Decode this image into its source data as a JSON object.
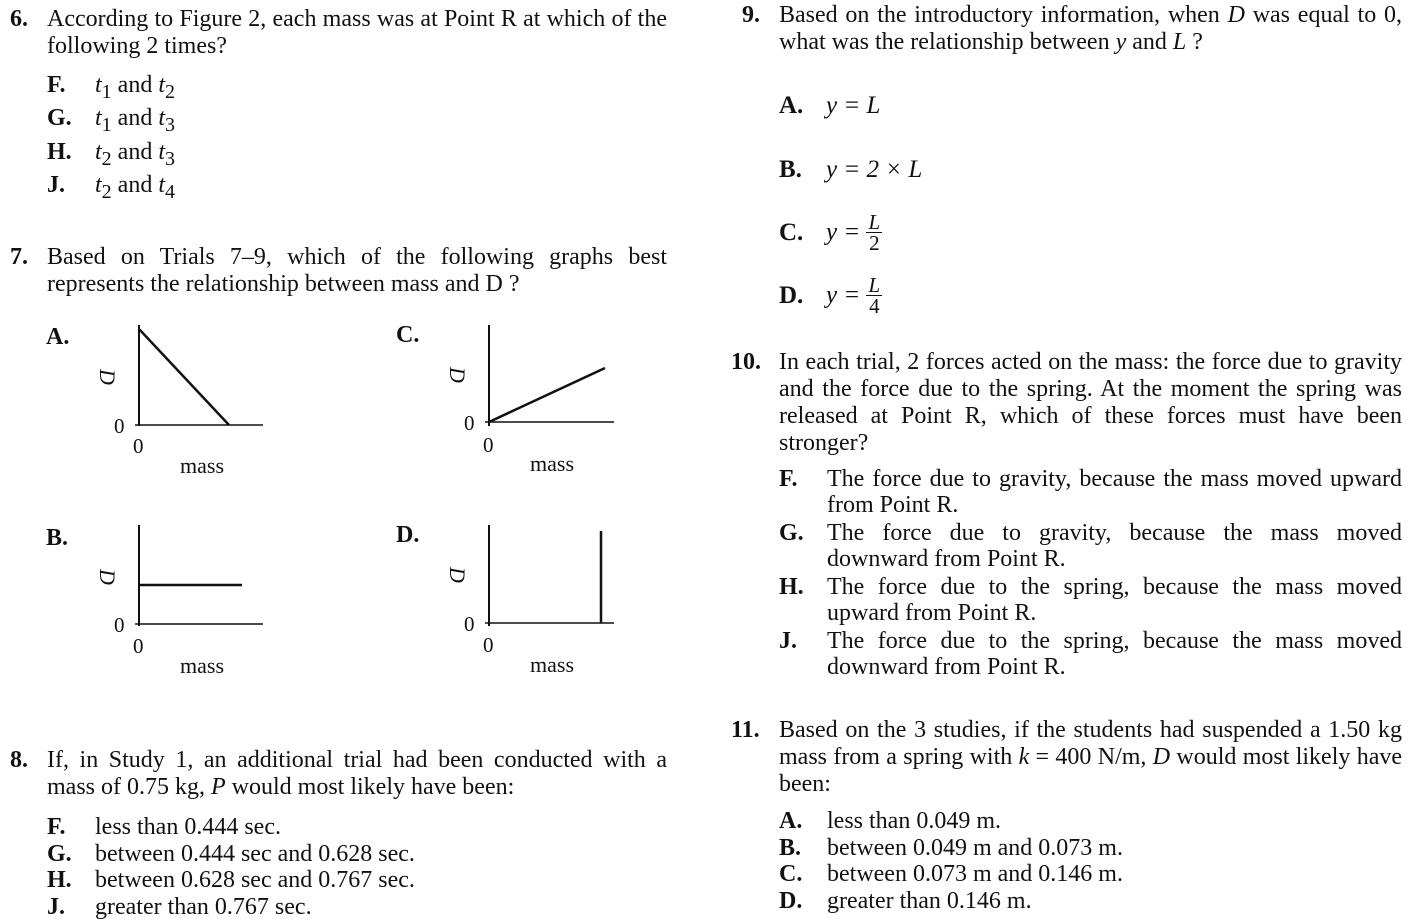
{
  "q6": {
    "num": "6.",
    "stem": "According to Figure 2, each mass was at Point R at which of the following 2 times?",
    "options": [
      {
        "letter": "F.",
        "a": "t",
        "as": "1",
        "mid": " and ",
        "b": "t",
        "bs": "2"
      },
      {
        "letter": "G.",
        "a": "t",
        "as": "1",
        "mid": " and ",
        "b": "t",
        "bs": "3"
      },
      {
        "letter": "H.",
        "a": "t",
        "as": "2",
        "mid": " and ",
        "b": "t",
        "bs": "3"
      },
      {
        "letter": "J.",
        "a": "t",
        "as": "2",
        "mid": " and ",
        "b": "t",
        "bs": "4"
      }
    ]
  },
  "q7": {
    "num": "7.",
    "stem": "Based on Trials 7–9, which of the following graphs best represents the relationship between mass and D ?",
    "graphs": [
      {
        "letter": "A.",
        "ylabel": "D",
        "xlabel": "mass",
        "yzero": "0",
        "xzero": "0",
        "shape": "decreasing"
      },
      {
        "letter": "C.",
        "ylabel": "D",
        "xlabel": "mass",
        "yzero": "0",
        "xzero": "0",
        "shape": "increasing"
      },
      {
        "letter": "B.",
        "ylabel": "D",
        "xlabel": "mass",
        "yzero": "0",
        "xzero": "0",
        "shape": "constant"
      },
      {
        "letter": "D.",
        "ylabel": "D",
        "xlabel": "mass",
        "yzero": "0",
        "xzero": "0",
        "shape": "vertical"
      }
    ]
  },
  "q8": {
    "num": "8.",
    "stem_a": "If, in Study 1, an additional trial had been conducted with a mass of 0.75 kg, ",
    "stem_var": "P",
    "stem_b": " would most likely have been:",
    "options": [
      {
        "letter": "F.",
        "text": "less than 0.444 sec."
      },
      {
        "letter": "G.",
        "text": "between 0.444 sec and 0.628 sec."
      },
      {
        "letter": "H.",
        "text": "between 0.628 sec and 0.767 sec."
      },
      {
        "letter": "J.",
        "text": "greater than 0.767 sec."
      }
    ]
  },
  "q9": {
    "num": "9.",
    "stem_a": "Based on the introductory information, when ",
    "stem_v1": "D",
    "stem_b": " was equal to 0, what was the relationship between ",
    "stem_v2": "y",
    "stem_c": " and ",
    "stem_v3": "L",
    "stem_d": " ?",
    "options": [
      {
        "letter": "A.",
        "text": "y = L"
      },
      {
        "letter": "B.",
        "text": "y = 2 × L"
      },
      {
        "letter": "C.",
        "lhs": "y =",
        "num": "L",
        "den": "2"
      },
      {
        "letter": "D.",
        "lhs": "y =",
        "num": "L",
        "den": "4"
      }
    ]
  },
  "q10": {
    "num": "10.",
    "stem": "In each trial, 2 forces acted on the mass: the force due to gravity and the force due to the spring. At the moment the spring was released at Point R, which of these forces must have been stronger?",
    "options": [
      {
        "letter": "F.",
        "text": "The force due to gravity, because the mass moved upward from Point R."
      },
      {
        "letter": "G.",
        "text": "The force due to gravity, because the mass moved downward from Point R."
      },
      {
        "letter": "H.",
        "text": "The force due to the spring, because the mass moved upward from Point R."
      },
      {
        "letter": "J.",
        "text": "The force due to the spring, because the mass moved downward from Point R."
      }
    ]
  },
  "q11": {
    "num": "11.",
    "stem_a": "Based on the 3 studies, if the students had suspended a 1.50 kg mass from a spring with ",
    "stem_v1": "k",
    "stem_b": " = 400 N/m, ",
    "stem_v2": "D",
    "stem_c": " would most likely have been:",
    "options": [
      {
        "letter": "A.",
        "text": "less than 0.049 m."
      },
      {
        "letter": "B.",
        "text": "between 0.049 m and 0.073 m."
      },
      {
        "letter": "C.",
        "text": "between 0.073 m and 0.146 m."
      },
      {
        "letter": "D.",
        "text": "greater than 0.146 m."
      }
    ]
  }
}
